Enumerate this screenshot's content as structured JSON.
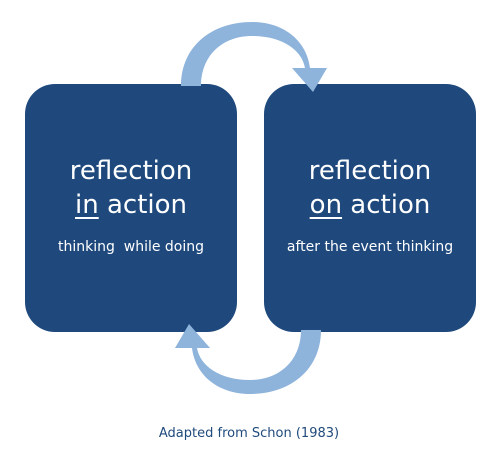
{
  "colors": {
    "box_fill": "#1f497d",
    "arrow_fill": "#8eb4dc",
    "caption_text": "#1f4a7c",
    "box_text": "#ffffff"
  },
  "left_box": {
    "title_line1": "reflection",
    "title_underlined": "in",
    "title_rest": " action",
    "subtitle": "thinking  while doing"
  },
  "right_box": {
    "title_line1": "reflection",
    "title_underlined": "on",
    "title_rest": " action",
    "subtitle": "after the event thinking"
  },
  "arrows": {
    "top": "curved-arrow-clockwise-icon",
    "bottom": "curved-arrow-clockwise-icon"
  },
  "caption": "Adapted from Schon (1983)"
}
